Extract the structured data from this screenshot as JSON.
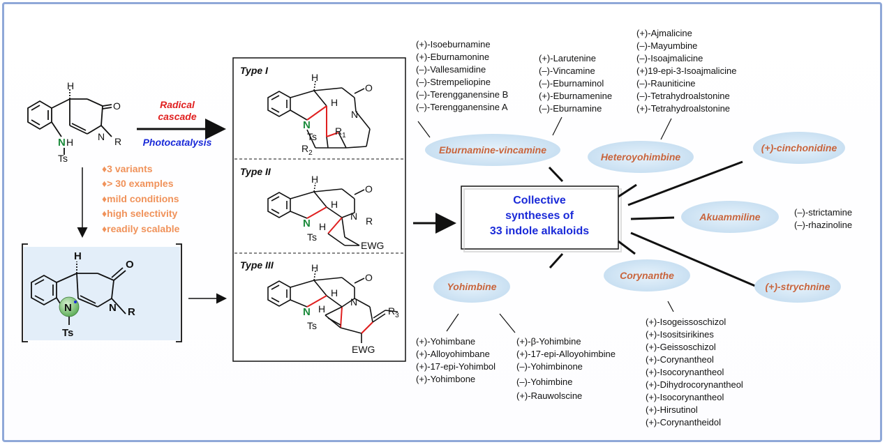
{
  "arrow_labels": {
    "top": "Radical",
    "middle": "cascade",
    "bottom": "Photocatalysis"
  },
  "features": [
    "3 variants",
    "> 30 examples",
    "mild conditions",
    "high selectivity",
    "readily scalable"
  ],
  "types": [
    "Type I",
    "Type II",
    "Type III"
  ],
  "center_box": {
    "line1": "Collective",
    "line2": "syntheses of",
    "line3": "33 indole alkaloids"
  },
  "categories": {
    "eburnamine": "Eburnamine-vincamine",
    "heteroyohimbine": "Heteroyohimbine",
    "cinchonidine": "(+)-cinchonidine",
    "akuammiline": "Akuammiline",
    "strychnine": "(+)-strychnine",
    "corynanthe": "Corynanthe",
    "yohimbine": "Yohimbine"
  },
  "lists": {
    "eburnamine_a": [
      "(+)-Isoeburnamine",
      "(+)-Eburnamonine",
      "(–)-Vallesamidine",
      "(–)-Strempeliopine",
      "(–)-Terengganensine B",
      "(–)-Terengganensine A"
    ],
    "eburnamine_b": [
      "(+)-Larutenine",
      "(–)-Vincamine",
      "(–)-Eburnaminol",
      "(+)-Eburnamenine",
      "(–)-Eburnamine"
    ],
    "heteroyohimbine": [
      "(+)-Ajmalicine",
      "(–)-Mayumbine",
      "(–)-Isoajmalicine",
      "(+)19-epi-3-Isoajmalicine",
      "(–)-Rauniticine",
      "(–)-Tetrahydroalstonine",
      "(+)-Tetrahydroalstonine"
    ],
    "akuammiline": [
      "(–)-strictamine",
      "(–)-rhazinoline"
    ],
    "yohimbine_a": [
      "(+)-Yohimbane",
      "(+)-Alloyohimbane",
      "(+)-17-epi-Yohimbol",
      "(+)-Yohimbone"
    ],
    "yohimbine_b": [
      "(+)-β-Yohimbine",
      "(+)-17-epi-Alloyohimbine",
      "(–)-Yohimbinone",
      "(–)-Yohimbine",
      "(+)-Rauwolscine"
    ],
    "corynanthe": [
      "(+)-Isogeissoschizol",
      "(+)-Isositsirikines",
      "(+)-Geissoschizol",
      "(+)-Corynantheol",
      "(+)-Isocorynantheol",
      "(+)-Dihydrocorynantheol",
      "(+)-Isocorynantheol",
      "(+)-Hirsutinol",
      "(+)-Corynantheidol"
    ]
  },
  "atoms": {
    "O": "O",
    "N": "N",
    "H": "H",
    "R": "R",
    "Ts": "Ts",
    "EWG": "EWG",
    "R1": "R",
    "R1_sub": "1",
    "R2": "R",
    "R2_sub": "2",
    "R3": "R",
    "R3_sub": "3"
  }
}
